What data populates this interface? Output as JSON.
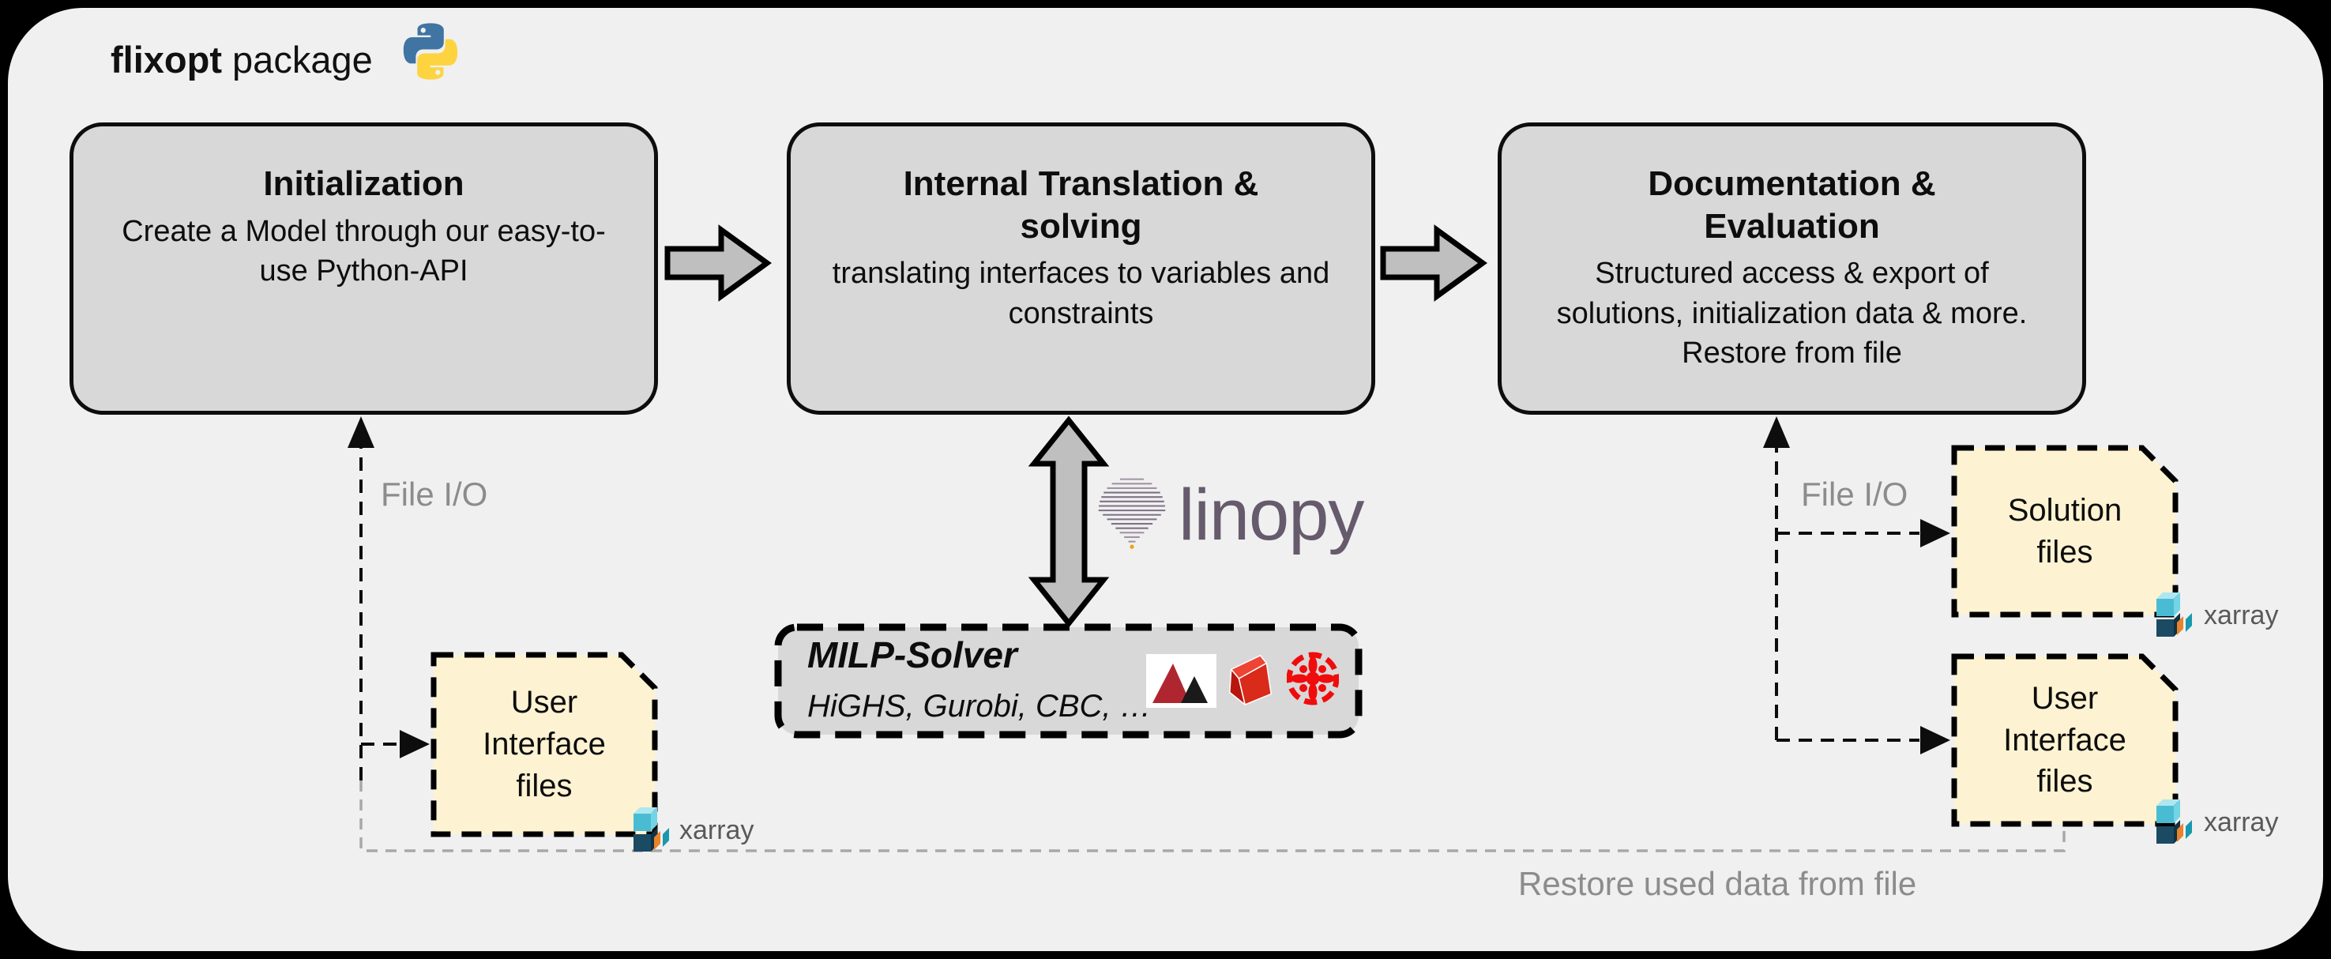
{
  "header": {
    "brand_bold": "flixopt",
    "brand_regular": " package",
    "python_icon": "python-logo"
  },
  "process_boxes": {
    "initialization": {
      "title": "Initialization",
      "body": "Create a Model through our easy-to-use Python-API"
    },
    "translation": {
      "title_line1": "Internal Translation &",
      "title_line2": "solving",
      "body": "translating interfaces to variables and constraints"
    },
    "documentation": {
      "title_line1": "Documentation &",
      "title_line2": "Evaluation",
      "body": "Structured access & export of solutions, initialization data & more. Restore from file"
    }
  },
  "solver_box": {
    "title": "MILP-Solver",
    "subtitle": "HiGHS, Gurobi, CBC, …",
    "logos": [
      "highs-logo",
      "gurobi-logo",
      "cbc-logo"
    ]
  },
  "linopy": {
    "label": "linopy"
  },
  "labels": {
    "file_io_left": "File I/O",
    "file_io_right": "File I/O",
    "restore": "Restore used data from file"
  },
  "file_nodes": {
    "user_interface_left": {
      "line1": "User",
      "line2": "Interface",
      "line3": "files",
      "badge": "xarray"
    },
    "solution": {
      "line1": "Solution",
      "line2": "files",
      "badge": "xarray"
    },
    "user_interface_right": {
      "line1": "User",
      "line2": "Interface",
      "line3": "files",
      "badge": "xarray"
    }
  },
  "colors": {
    "panel_bg": "#f0f0f0",
    "box_fill": "#d8d8d8",
    "arrow_fill": "#bfbfbf",
    "note_fill": "#fdf3d2",
    "gray_label": "#8c8c8c",
    "gray_line": "#a8a8a8",
    "linopy_purple": "#665b6c",
    "solver_red": "#d6271c",
    "python_blue": "#3f74a3",
    "python_yellow": "#fdd43f"
  }
}
